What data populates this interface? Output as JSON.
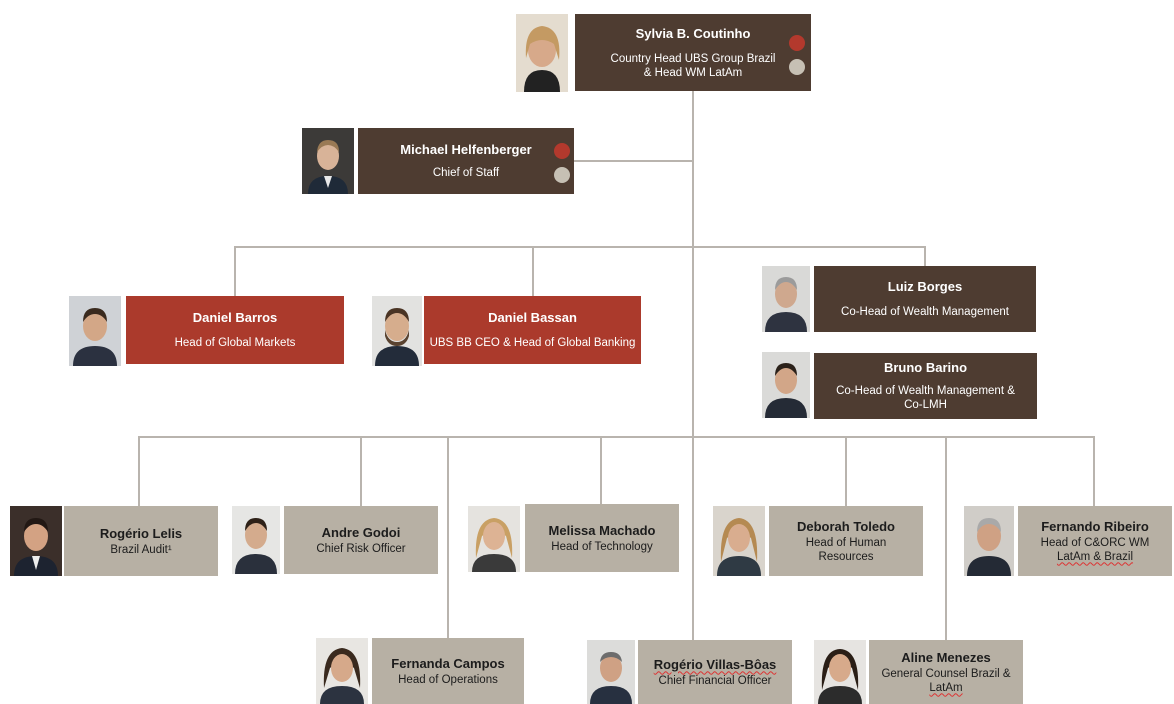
{
  "colors": {
    "dark_box": "#4e3c31",
    "red_box": "#ab3a2c",
    "grey_box": "#b7b0a4",
    "connector": "#b9b4ae",
    "dot_red": "#b3392d",
    "dot_grey": "#c6c0b4"
  },
  "head": {
    "name": "Sylvia B. Coutinho",
    "title_line1": "Country Head UBS Group Brazil",
    "title_line2": "& Head WM LatAm",
    "markers": [
      "red-dot",
      "grey-dot"
    ]
  },
  "staff": {
    "name": "Michael Helfenberger",
    "title": "Chief of Staff",
    "markers": [
      "red-dot",
      "grey-dot"
    ]
  },
  "tier2": {
    "barros": {
      "name": "Daniel Barros",
      "title": "Head of Global Markets"
    },
    "bassan": {
      "name": "Daniel Bassan",
      "title": "UBS BB CEO & Head of Global Banking"
    },
    "borges": {
      "name": "Luiz Borges",
      "title": "Co-Head of Wealth Management"
    },
    "barino": {
      "name": "Bruno Barino",
      "title_line1": "Co-Head of Wealth Management &",
      "title_line2": "Co-LMH"
    }
  },
  "tier3": {
    "lelis": {
      "name": "Rogério Lelis",
      "title": "Brazil Audit¹"
    },
    "godoi": {
      "name": "Andre Godoi",
      "title": "Chief Risk Officer"
    },
    "machado": {
      "name": "Melissa Machado",
      "title": "Head of Technology"
    },
    "toledo": {
      "name": "Deborah Toledo",
      "title_line1": "Head of Human",
      "title_line2": "Resources"
    },
    "ribeiro": {
      "name": "Fernando Ribeiro",
      "title_line1": "Head of C&ORC WM",
      "title_line2": "LatAm & Brazil"
    },
    "campos": {
      "name": "Fernanda Campos",
      "title": "Head of Operations"
    },
    "villas": {
      "name": "Rogério Villas-Bôas",
      "title": "Chief Financial Officer"
    },
    "menezes": {
      "name": "Aline Menezes",
      "title_line1": "General Counsel Brazil &",
      "title_line2": "LatAm"
    }
  }
}
